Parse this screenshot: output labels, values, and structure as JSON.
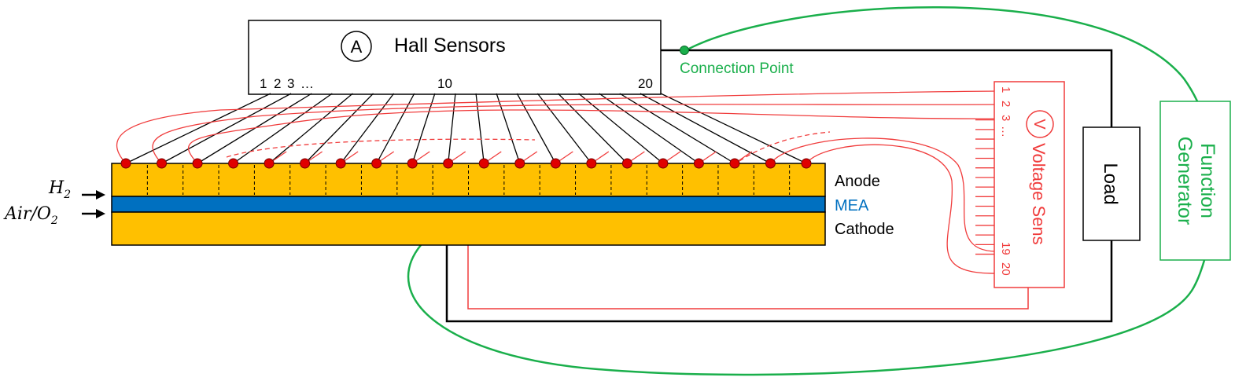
{
  "hall_sensors": {
    "badge": "A",
    "title": "Hall Sensors",
    "index_1": "1",
    "index_2": "2",
    "index_3": "3",
    "index_more": "…",
    "index_10": "10",
    "index_20": "20"
  },
  "connection_point": "Connection Point",
  "layers": {
    "anode": "Anode",
    "mea": "MEA",
    "cathode": "Cathode"
  },
  "inlets": {
    "h2_base": "H",
    "h2_sub": "2",
    "air_base": "Air/O",
    "air_sub": "2"
  },
  "voltage": {
    "badge": "V",
    "title": "Voltage Sens",
    "idx_1": "1",
    "idx_2": "2",
    "idx_3": "3",
    "idx_more": "…",
    "idx_19": "19",
    "idx_20": "20"
  },
  "load": "Load",
  "function_generator": {
    "line1": "Function",
    "line2": "Generator"
  },
  "colors": {
    "anode": "#FFC000",
    "mea": "#0070C0",
    "mea_text": "#0070C0",
    "green": "#1AAF4B",
    "red": "#F03C3C",
    "dot": "#E00000",
    "black": "#000000"
  },
  "segments": 20
}
